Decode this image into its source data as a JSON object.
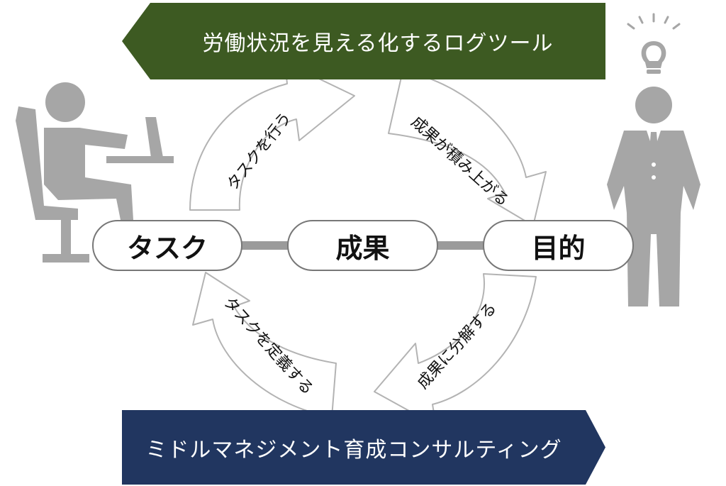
{
  "banners": {
    "top": "労働状況を見える化するログツール",
    "bottom": "ミドルマネジメント育成コンサルティング"
  },
  "nodes": {
    "task": "タスク",
    "result": "成果",
    "purpose": "目的"
  },
  "arrows": {
    "top_left": "タスクを行う",
    "top_right": "成果が積み上がる",
    "bottom_right": "成果に分解する",
    "bottom_left": "タスクを定義する"
  },
  "colors": {
    "top_banner": "#3d5a22",
    "bottom_banner": "#213660",
    "figure": "#a6a6a6",
    "connector": "#9b9b9b"
  },
  "icons": [
    "worker-at-desk-icon",
    "businessman-with-lightbulb-icon"
  ]
}
